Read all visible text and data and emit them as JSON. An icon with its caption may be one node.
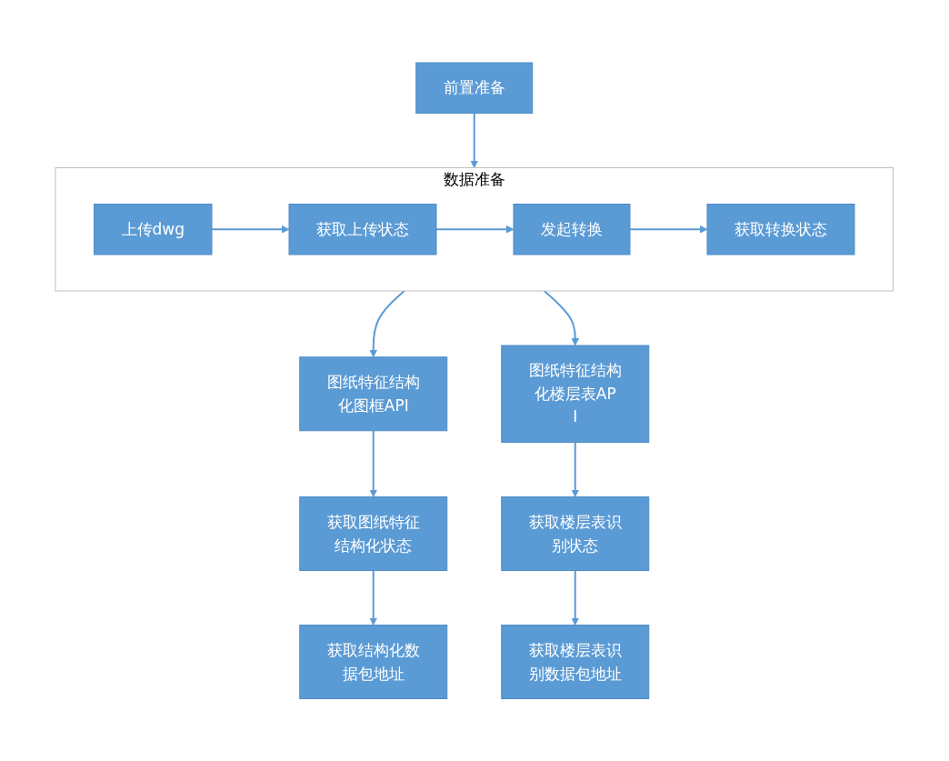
{
  "diagram": {
    "nodes": [
      {
        "text": [
          "前置准备"
        ]
      },
      {
        "text": [
          "数据准备"
        ]
      },
      {
        "text": [
          "上传dwg"
        ],
        "in": 1
      },
      {
        "text": [
          "获取上传状态"
        ],
        "in": 1
      },
      {
        "text": [
          "发起转换"
        ],
        "in": 1
      },
      {
        "text": [
          "获取转换状态"
        ],
        "in": 1
      },
      {
        "text": [
          "图纸特征结构化图框API"
        ]
      },
      {
        "text": [
          "获取图纸特征结构化状态"
        ]
      },
      {
        "text": [
          "获取结构化数据包地址"
        ]
      },
      {
        "text": [
          "图纸特征结构化楼层表API"
        ]
      },
      {
        "text": [
          "获取楼层表识别状态"
        ]
      },
      {
        "text": [
          "获取楼层表识别数据包地址"
        ]
      }
    ],
    "edges": [
      {
        "from": 0,
        "to": 1,
        "arrow": "to"
      },
      {
        "from": 2,
        "to": 3,
        "arrow": "to"
      },
      {
        "from": 3,
        "to": 4,
        "arrow": "to"
      },
      {
        "from": 4,
        "to": 5,
        "arrow": "to"
      },
      {
        "from": 1,
        "to": 6,
        "arrow": "to"
      },
      {
        "from": 1,
        "to": 9,
        "arrow": "to"
      },
      {
        "from": 6,
        "to": 7,
        "arrow": "to"
      },
      {
        "from": 7,
        "to": 8,
        "arrow": "to"
      },
      {
        "from": 9,
        "to": 10,
        "arrow": "to"
      },
      {
        "from": 10,
        "to": 11,
        "arrow": "to"
      }
    ]
  }
}
